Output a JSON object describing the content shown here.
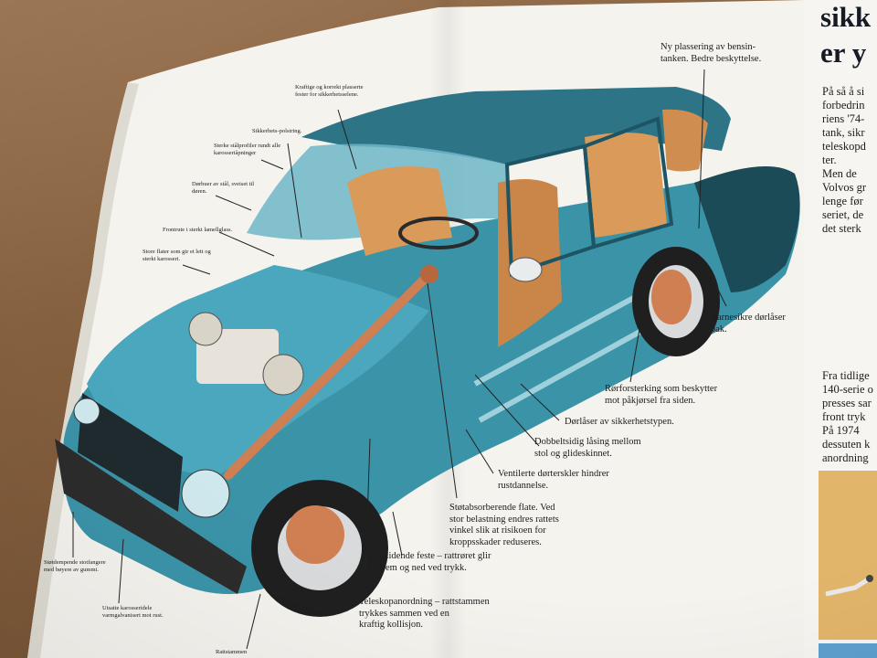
{
  "colors": {
    "table_wood": "#86613f",
    "paper": "#f4f3ee",
    "car_body_blue": "#3b93a8",
    "car_roof_dark": "#2d7487",
    "interior_orange": "#d99a5a",
    "brake_copper": "#d07f52",
    "tire": "#1f1f1f",
    "headline_ink": "#151a24"
  },
  "callouts": {
    "bensintank": "Ny plassering av bensin-\ntanken. Bedre beskyttelse.",
    "kraftige_fester": "Kraftige og korrekt plasserte\nfester for sikkerhetsselene.",
    "sikkerhetspolstring": "Sikkerhets-polstring.",
    "stalprofiler": "Sterke stålprofiler rundt alle\nkarosseriåpninger",
    "dorbuer": "Dørbuer av stål, sveiset til\ndøren.",
    "frontrute": "Frontrute i sterkt lamellglass.",
    "stotfanger": "Store flater som gir et lett og\nsterkt karosseri.",
    "barnesikre": "Barnesikre dørlåser\nbak.",
    "rorforsterking": "Rørforsterking som beskytter\nmot påkjørsel fra siden.",
    "dorlaser": "Dørlåser av sikkerhetstypen.",
    "dobbeltsidig": "Dobbeltsidig låsing mellom\nstol og glideskinnet.",
    "dorterskler": "Ventilerte dørterskler hindrer\nrustdannelse.",
    "stotabsorberende": "Støtabsorberende flate. Ved\nstor belastning endres rattets\nvinkel slik at risikoen for\nkroppsskader reduseres.",
    "glidende_feste": "Glidende feste – rattrøret glir\nfrem og ned ved trykk.",
    "teleskop": "Teleskopanordning – rattstammen\ntrykkes sammen ved en\nkraftig kollisjon.",
    "rattstammen": "Rattstammen",
    "fotanlegg": "Støtdempende stotfangere\nmed bøyere av gummi.",
    "karosseri": "Utsatte karosseridele\nvarmgalvanisert mot rust."
  },
  "headline": "sikk\ner y",
  "body_top": "På så å si\nforbedrin\nriens '74-\ntank, sikr\nteleskopd\nter.\n   Men de\nVolvos gr\nlenge før\nseriet, de\ndet sterk",
  "body_bottom": "Fra tidlige\n140-serie o\npresses sar\nfront tryk\n   På 1974\ndessuten k\nanordning"
}
